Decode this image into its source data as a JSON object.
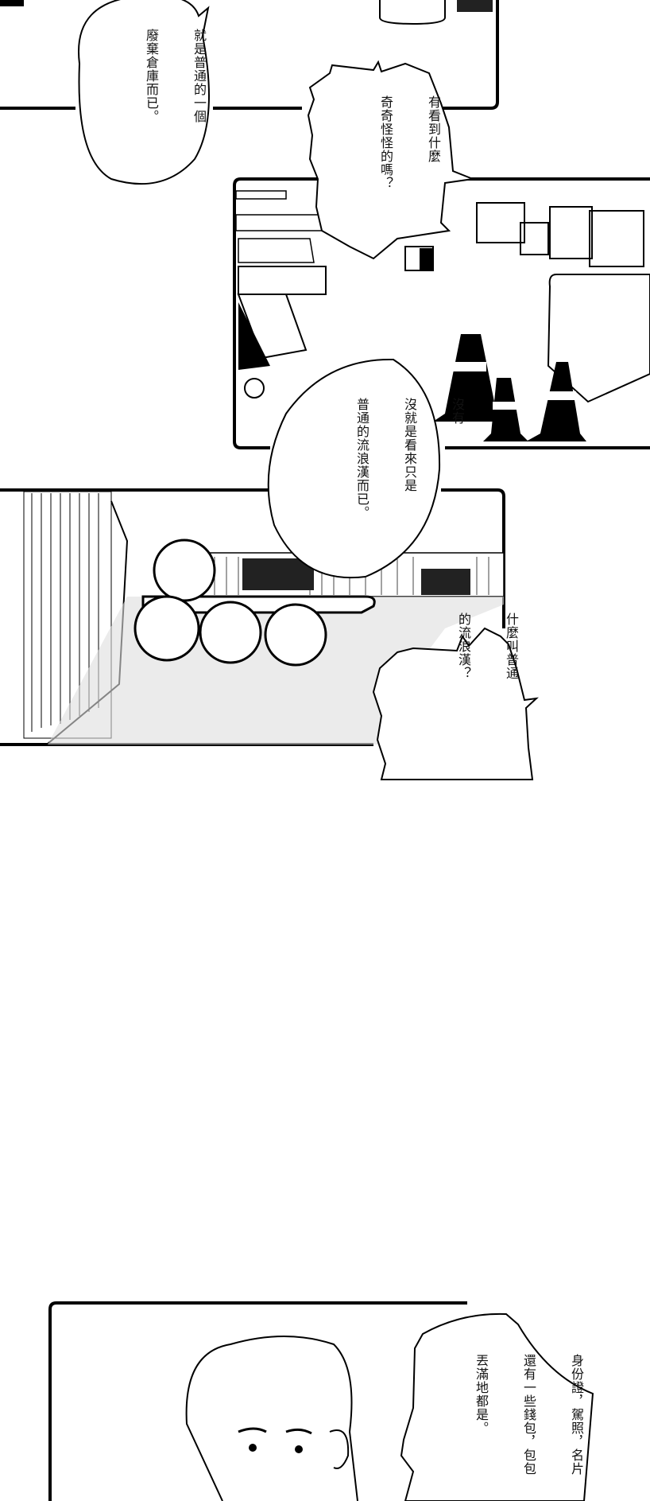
{
  "page": {
    "type": "manga page",
    "ink": "#000000",
    "paper": "#ffffff"
  },
  "bubbles": [
    {
      "id": "b1",
      "lines": [
        "就是普通的一個",
        "廢棄倉庫而已。"
      ]
    },
    {
      "id": "b2",
      "lines": [
        "有看到什麼",
        "奇奇怪怪的嗎？"
      ]
    },
    {
      "id": "b3",
      "lines": [
        "沒有",
        "沒就是看來只是",
        "普通的流浪漢而已。"
      ]
    },
    {
      "id": "b4",
      "lines": [
        "什麼叫普通",
        "的流浪漢？"
      ]
    },
    {
      "id": "b5",
      "lines": [
        "身份證，駕照，名片",
        "還有一些錢包，包包",
        "丟滿地都是。"
      ]
    }
  ]
}
